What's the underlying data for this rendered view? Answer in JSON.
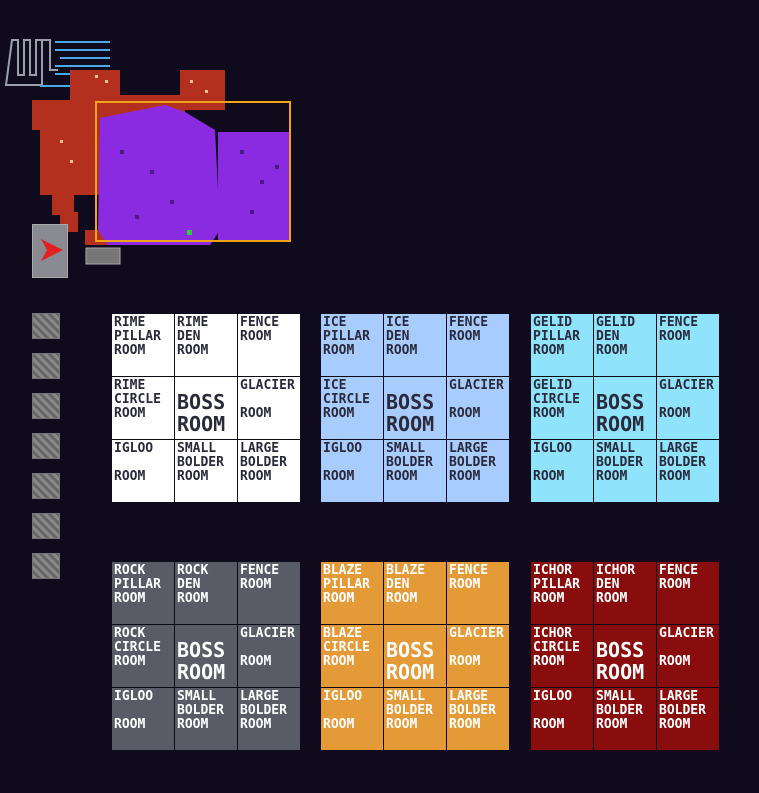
{
  "sheets": [
    {
      "id": "rime",
      "bg": "#ffffff",
      "fg": "#2a2a3a",
      "cells": [
        "RIME\nPILLAR\nROOM",
        "RIME\nDEn\nROOM",
        "FEnCE\nROOM",
        "RIME\nCIRCLE\nROOM",
        "BOSS\nROOM",
        "GLACIER\n\nROOM",
        "IGLoo\n\nROOM",
        "SMALL\nBOLDER\nROOM",
        "LARGE\nBOLDER\nROOM"
      ]
    },
    {
      "id": "ice",
      "bg": "#a9ccff",
      "fg": "#2a2a3a",
      "cells": [
        "ICE\nPILLAR\nROOM",
        "ICE\nDEn\nROOM",
        "FEnCE\nROOM",
        "ICE\nCIRCLE\nROOM",
        "BOSS\nROOM",
        "GLACIER\n\nROOM",
        "IGLoo\n\nROOM",
        "SMALL\nBOLDER\nROOM",
        "LARGE\nBOLDER\nROOM"
      ]
    },
    {
      "id": "gelid",
      "bg": "#8fe3fb",
      "fg": "#2a2a3a",
      "cells": [
        "GELID\nPILLAR\nROOM",
        "GELID\nDEn\nROOM",
        "FEnCE\nROOM",
        "GELID\nCIRCLE\nROOM",
        "BOSS\nROOM",
        "GLACIER\n\nROOM",
        "IGLoo\n\nROOM",
        "SMALL\nBOLDER\nROOM",
        "LARGE\nBOLDER\nROOM"
      ]
    },
    {
      "id": "rock",
      "bg": "#595b66",
      "fg": "#ffffff",
      "cells": [
        "ROCK\nPILLAR\nROOM",
        "ROCK\nDEn\nROOM",
        "FEnCE\nROOM",
        "ROCK\nCIRCLE\nROOM",
        "BOSS\nROOM",
        "GLACIER\n\nROOM",
        "IGLoo\n\nROOM",
        "SMALL\nBOLDER\nROOM",
        "LARGE\nBOLDER\nROOM"
      ]
    },
    {
      "id": "blaze",
      "bg": "#e59a38",
      "fg": "#ffffff",
      "cells": [
        "BLAZE\nPILLAR\nROOM",
        "BLAZE\nDEn\nROOM",
        "FEnCE\nROOM",
        "BLAZE\nCIRCLE\nROOM",
        "BOSS\nROOM",
        "GLACIER\n\nROOM",
        "IGLoo\n\nROOM",
        "SMALL\nBOLDER\nROOM",
        "LARGE\nBOLDER\nROOM"
      ]
    },
    {
      "id": "ichor",
      "bg": "#8a0d0d",
      "fg": "#ffffff",
      "cells": [
        "ICHOR\nPILLAR\nROOM",
        "ICHOR\nDEn\nROOM",
        "FEnCE\nROOM",
        "ICHOR\nCIRCLE\nROOM",
        "BOSS\nROOM",
        "GLACIER\n\nROOM",
        "IGLoo\n\nROOM",
        "SMALL\nBOLDER\nROOM",
        "LARGE\nBOLDER\nROOM"
      ]
    }
  ],
  "colors": {
    "background": "#100b1c",
    "minimap_red": "#b3301f",
    "minimap_purple": "#8a2be2",
    "selection": "#f2a31a",
    "accent_blue": "#49a9e6"
  },
  "icons": {
    "play": "red-arrow-icon"
  }
}
